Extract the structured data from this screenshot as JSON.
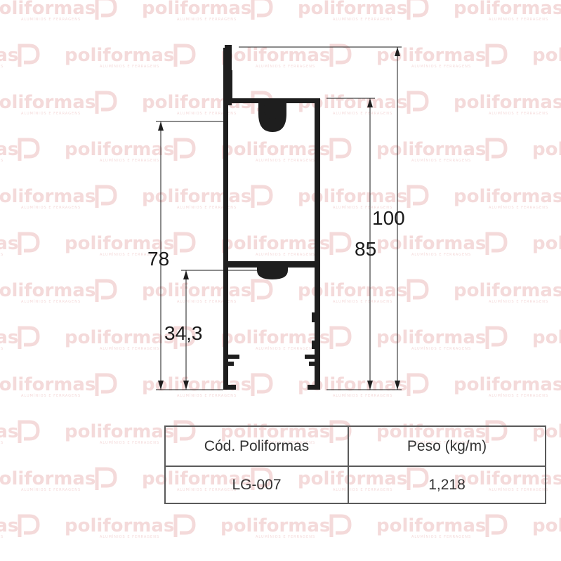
{
  "watermark": {
    "brand": "poliformas",
    "tagline": "ALUMÍNIOS E FERRAGENS"
  },
  "dimensions": {
    "total_height": "100",
    "frame_height": "85",
    "left_height": "78",
    "lower_height": "34,3"
  },
  "table": {
    "headers": [
      "Cód. Poliformas",
      "Peso (kg/m)"
    ],
    "rows": [
      [
        "LG-007",
        "1,218"
      ]
    ]
  },
  "colors": {
    "profile": "#1e1e1e",
    "watermark": "#f4dada",
    "table_border": "#5a5a5a"
  }
}
